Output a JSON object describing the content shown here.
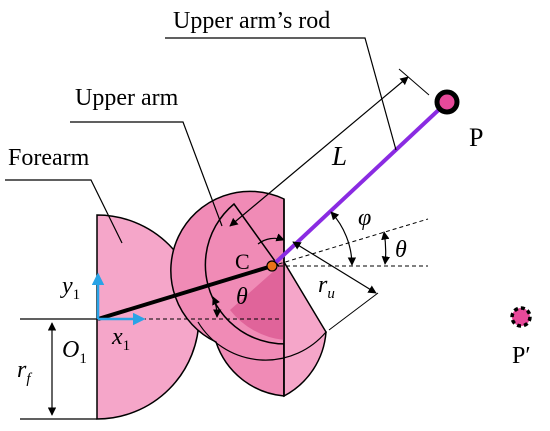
{
  "labels": {
    "rod_label": "Upper arm’s rod",
    "upper_arm": "Upper arm",
    "forearm": "Forearm",
    "length": "L",
    "point_p": "P",
    "point_c": "C",
    "phi": "φ",
    "theta_top": "θ",
    "theta_bottom": "θ",
    "ru_main": "r",
    "ru_sub": "u",
    "y1_main": "y",
    "y1_sub": "1",
    "x1_main": "x",
    "x1_sub": "1",
    "o1_main": "O",
    "o1_sub": "1",
    "rf_main": "r",
    "rf_sub": "f",
    "point_p_prime": "P′"
  },
  "colors": {
    "forearm_fill": "#f5a6c9",
    "upper_fill": "#f08bb6",
    "overlap_fill": "#e0649a",
    "rod": "#8a2be2",
    "axis_arrow": "#29a3e6",
    "joint": "#e8731a",
    "point_fill": "#e8499a"
  }
}
